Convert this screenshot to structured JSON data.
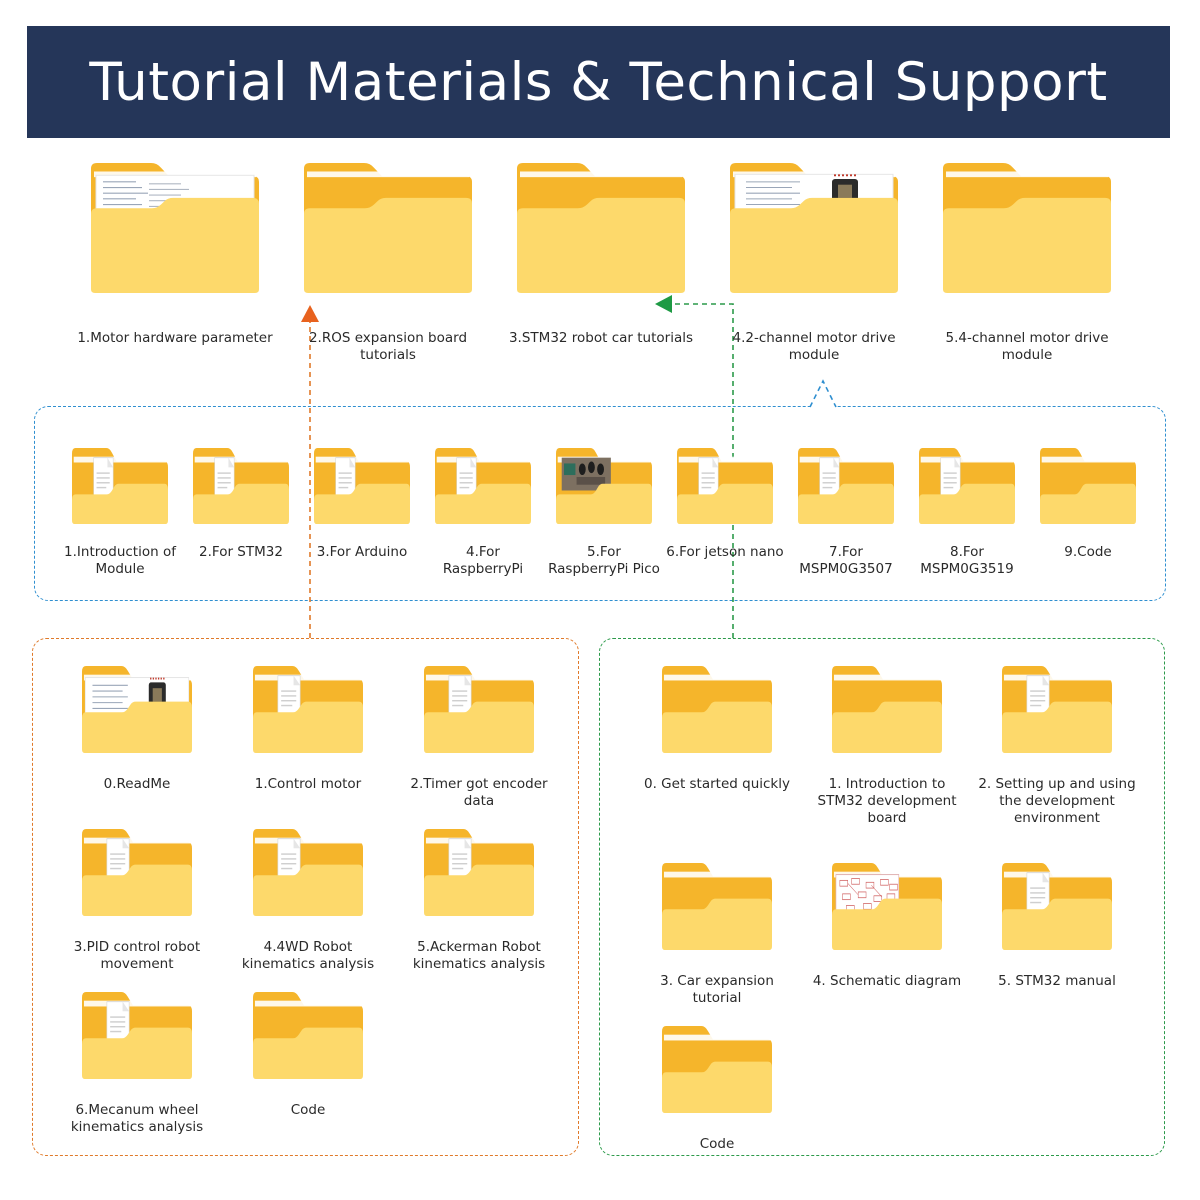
{
  "banner": {
    "title": "Tutorial Materials & Technical Support"
  },
  "colors": {
    "banner_bg": "#253659",
    "folder_back": "#F5B52B",
    "folder_front": "#FDD96B",
    "blue_dash": "#2F8FD0",
    "orange_dash": "#E07A2A",
    "green_dash": "#2C9A4A",
    "orange_arrow": "#E8621E",
    "green_arrow": "#1E9A44"
  },
  "top_folders": [
    {
      "label": "1.Motor hardware parameter",
      "content": "document"
    },
    {
      "label": "2.ROS expansion board tutorials",
      "content": "empty"
    },
    {
      "label": "3.STM32 robot car tutorials",
      "content": "empty"
    },
    {
      "label": "4.2-channel motor drive module",
      "content": "photo-document"
    },
    {
      "label": "5.4-channel motor drive module",
      "content": "empty"
    }
  ],
  "motor_drive_folders": [
    {
      "label": "1.Introduction of Module",
      "content": "paper"
    },
    {
      "label": "2.For STM32",
      "content": "paper"
    },
    {
      "label": "3.For Arduino",
      "content": "paper"
    },
    {
      "label": "4.For RaspberryPi",
      "content": "paper"
    },
    {
      "label": "5.For RaspberryPi Pico",
      "content": "photo"
    },
    {
      "label": "6.For jetson nano",
      "content": "paper"
    },
    {
      "label": "7.For MSPM0G3507",
      "content": "paper"
    },
    {
      "label": "8.For MSPM0G3519",
      "content": "paper"
    },
    {
      "label": "9.Code",
      "content": "empty"
    }
  ],
  "ros_folders": [
    {
      "label": "0.ReadMe",
      "content": "photo-document"
    },
    {
      "label": "1.Control motor",
      "content": "paper"
    },
    {
      "label": "2.Timer got encoder data",
      "content": "paper"
    },
    {
      "label": "3.PID control robot movement",
      "content": "paper"
    },
    {
      "label": "4.4WD Robot kinematics analysis",
      "content": "paper"
    },
    {
      "label": "5.Ackerman Robot kinematics analysis",
      "content": "paper"
    },
    {
      "label": "6.Mecanum wheel kinematics analysis",
      "content": "paper"
    },
    {
      "label": "Code",
      "content": "empty"
    }
  ],
  "stm32_folders": [
    {
      "label": "0. Get started quickly",
      "content": "empty"
    },
    {
      "label": "1. Introduction to STM32 development board",
      "content": "empty"
    },
    {
      "label": "2. Setting up and using the development environment",
      "content": "paper"
    },
    {
      "label": "3. Car expansion tutorial",
      "content": "empty"
    },
    {
      "label": "4. Schematic diagram",
      "content": "schematic"
    },
    {
      "label": "5. STM32 manual",
      "content": "paper"
    },
    {
      "label": "Code",
      "content": "empty"
    }
  ]
}
